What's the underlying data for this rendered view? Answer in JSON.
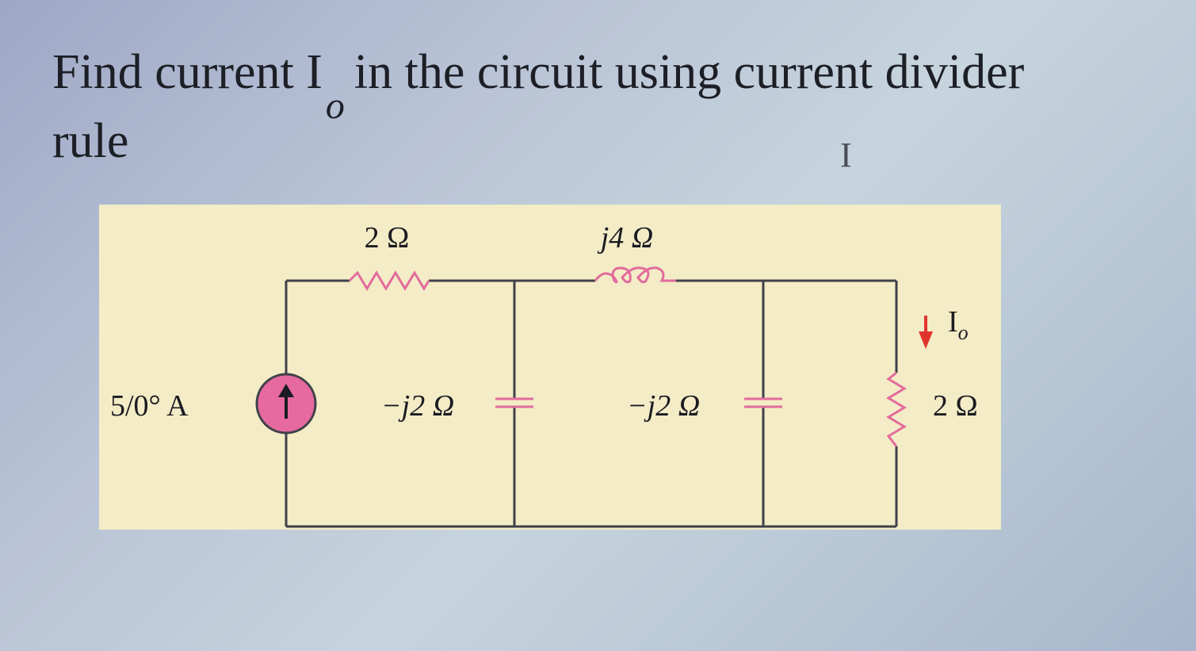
{
  "question": {
    "before_symbol": "Find current I",
    "subscript": "o",
    "after_symbol": "in the circuit using current divider",
    "line2": "rule"
  },
  "cursor_glyph": "I",
  "circuit": {
    "source_label": "5/0° A",
    "resistor_top_label": "2 Ω",
    "inductor_label": "j4 Ω",
    "capacitor1_label": "−j2 Ω",
    "capacitor2_label": "−j2 Ω",
    "current_label_main": "I",
    "current_label_sub": "o",
    "resistor_right_label": "2 Ω"
  },
  "colors": {
    "figure_background": "#f3ecc6",
    "wire": "#3f4148",
    "component_pink": "#e26b9c",
    "source_fill": "#e66a9f",
    "arrow_red": "#e2342e"
  }
}
